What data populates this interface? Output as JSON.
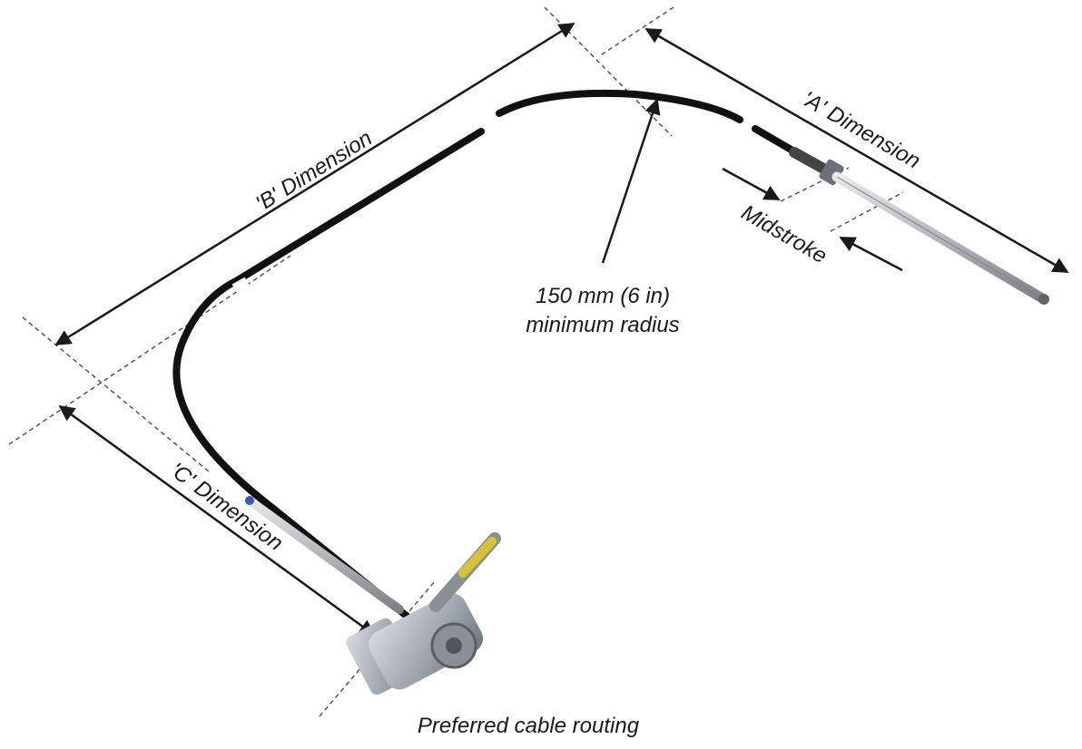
{
  "labels": {
    "a_dimension": "'A' Dimension",
    "b_dimension": "'B' Dimension",
    "c_dimension": "'C' Dimension",
    "midstroke": "Midstroke",
    "radius_line1": "150 mm (6 in)",
    "radius_line2": "minimum radius",
    "caption": "Preferred cable routing"
  },
  "colors": {
    "cable": "#111111",
    "rod": "#b9bcc0",
    "housing": "#a7acb3",
    "fitting": "#d6c23a",
    "cap": "#3c5bb0"
  }
}
